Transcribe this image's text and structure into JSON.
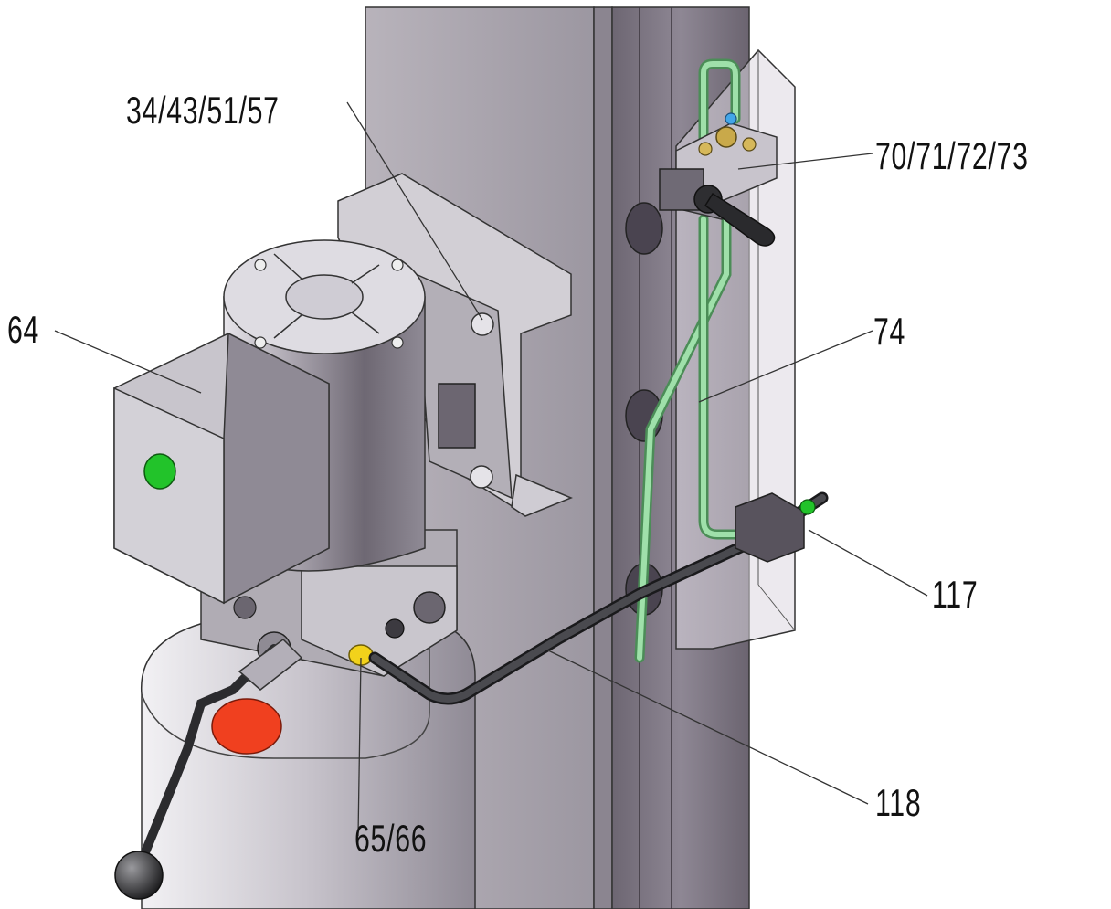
{
  "callouts": [
    {
      "id": "34-43-51-57",
      "text": "34/43/51/57"
    },
    {
      "id": "70-71-72-73",
      "text": "70/71/72/73"
    },
    {
      "id": "64",
      "text": "64"
    },
    {
      "id": "74",
      "text": "74"
    },
    {
      "id": "117",
      "text": "117"
    },
    {
      "id": "118",
      "text": "118"
    },
    {
      "id": "65-66",
      "text": "65/66"
    }
  ],
  "colors": {
    "background": "#ffffff",
    "column_steel": "#a9a3ad",
    "column_dark": "#77707c",
    "motor_body": "#8d8892",
    "button_green": "#22c32a",
    "button_red": "#f0401f",
    "hose_green": "#8fd79a",
    "fitting_brass": "#c9a94a",
    "fitting_yellow": "#f2d21b",
    "hose_black": "#3a3a3e",
    "leader_line": "#333333"
  }
}
